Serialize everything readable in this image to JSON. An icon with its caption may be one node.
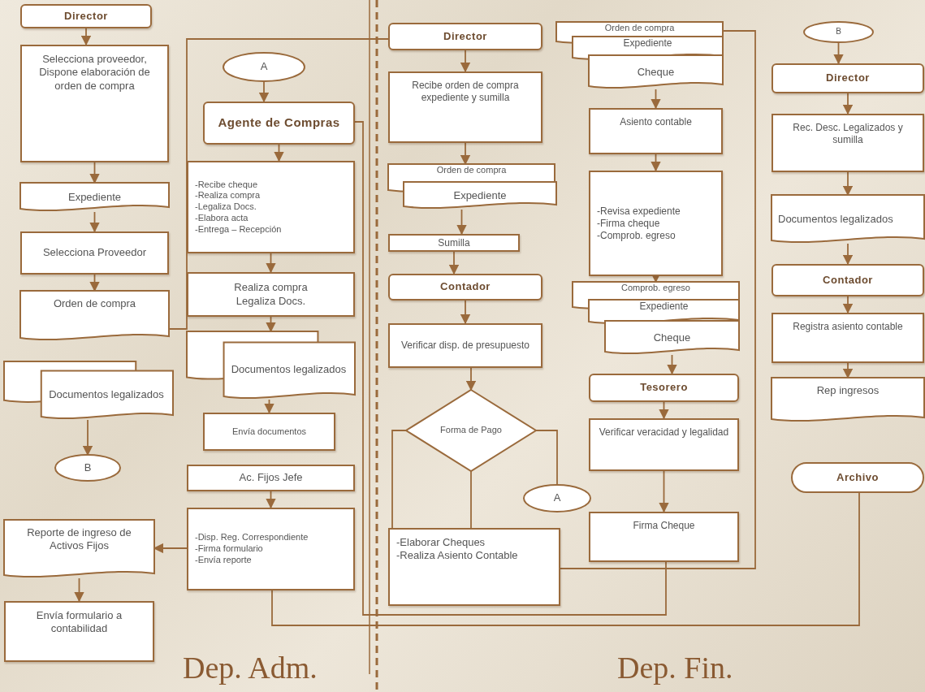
{
  "diagram": {
    "nodes": [
      {
        "text": [
          "Director"
        ]
      },
      {
        "text": [
          "Selecciona proveedor, Dispone elaboración de orden de compra"
        ]
      },
      {
        "text": [
          "Expediente"
        ]
      },
      {
        "text": [
          "Selecciona Proveedor"
        ]
      },
      {
        "text": [
          "Orden de compra"
        ]
      },
      {
        "text": [
          "Documentos legalizados"
        ]
      },
      {
        "text": [
          "B"
        ]
      },
      {
        "text": [
          "Reporte de ingreso de Activos Fijos"
        ]
      },
      {
        "text": [
          "Envía formulario a contabilidad"
        ]
      },
      {
        "text": [
          "A"
        ]
      },
      {
        "text": [
          "Agente de Compras"
        ]
      },
      {
        "text": [
          "-Recibe cheque",
          "-Realiza compra",
          "-Legaliza Docs.",
          "-Elabora acta",
          "-Entrega – Recepción"
        ]
      },
      {
        "text": [
          "Realiza compra",
          "Legaliza Docs."
        ]
      },
      {
        "text": [
          "Documentos legalizados"
        ]
      },
      {
        "text": [
          "Envía documentos"
        ]
      },
      {
        "text": [
          "Ac. Fijos Jefe"
        ]
      },
      {
        "text": [
          "-Disp. Reg. Correspondiente",
          "-Firma formulario",
          "-Envía reporte"
        ]
      },
      {
        "text": [
          "Director"
        ]
      },
      {
        "text": [
          "Recibe orden de compra expediente y sumilla"
        ]
      },
      {
        "text": [
          "Orden de compra"
        ]
      },
      {
        "text": [
          "Expediente"
        ]
      },
      {
        "text": [
          "Sumilla"
        ]
      },
      {
        "text": [
          "Contador"
        ]
      },
      {
        "text": [
          "Verificar disp. de presupuesto"
        ]
      },
      {
        "text": [
          "Forma de Pago"
        ]
      },
      {
        "text": [
          "A"
        ]
      },
      {
        "text": [
          "-Elaborar Cheques",
          "-Realiza Asiento Contable"
        ]
      },
      {
        "text": [
          "Orden de compra"
        ]
      },
      {
        "text": [
          "Expediente"
        ]
      },
      {
        "text": [
          "Cheque"
        ]
      },
      {
        "text": [
          "Asiento contable"
        ]
      },
      {
        "text": [
          "-Revisa expediente",
          "-Firma cheque",
          "-Comprob. egreso"
        ]
      },
      {
        "text": [
          "Comprob. egreso"
        ]
      },
      {
        "text": [
          "Expediente"
        ]
      },
      {
        "text": [
          "Cheque"
        ]
      },
      {
        "text": [
          "Tesorero"
        ]
      },
      {
        "text": [
          "Verificar veracidad y legalidad"
        ]
      },
      {
        "text": [
          "Firma Cheque"
        ]
      },
      {
        "text": [
          "B"
        ]
      },
      {
        "text": [
          "Director"
        ]
      },
      {
        "text": [
          "Rec. Desc. Legalizados y sumilla"
        ]
      },
      {
        "text": [
          "Documentos legalizados"
        ]
      },
      {
        "text": [
          "Contador"
        ]
      },
      {
        "text": [
          "Registra asiento contable"
        ]
      },
      {
        "text": [
          "Rep ingresos"
        ]
      },
      {
        "text": [
          "Archivo"
        ]
      }
    ],
    "edges": [
      {
        "from": 0,
        "to": 1,
        "arrow": "to"
      },
      {
        "from": 1,
        "to": 2,
        "arrow": "to"
      },
      {
        "from": 2,
        "to": 3,
        "arrow": "to"
      },
      {
        "from": 3,
        "to": 4,
        "arrow": "to"
      },
      {
        "from": 4,
        "to": 17,
        "arrow": "none"
      },
      {
        "from": 5,
        "to": 6,
        "arrow": "to"
      },
      {
        "from": 7,
        "to": 8,
        "arrow": "to"
      },
      {
        "from": 16,
        "to": 7,
        "arrow": "to"
      },
      {
        "from": 9,
        "to": 10,
        "arrow": "to"
      },
      {
        "from": 10,
        "to": 11,
        "arrow": "to"
      },
      {
        "from": 11,
        "to": 12,
        "arrow": "to"
      },
      {
        "from": 12,
        "to": 13,
        "arrow": "to"
      },
      {
        "from": 13,
        "to": 14,
        "arrow": "to"
      },
      {
        "from": 15,
        "to": 16,
        "arrow": "to"
      },
      {
        "from": 17,
        "to": 18,
        "arrow": "to"
      },
      {
        "from": 18,
        "to": 19,
        "arrow": "to"
      },
      {
        "from": 20,
        "to": 21,
        "arrow": "to"
      },
      {
        "from": 21,
        "to": 22,
        "arrow": "to"
      },
      {
        "from": 22,
        "to": 23,
        "arrow": "to"
      },
      {
        "from": 23,
        "to": 24,
        "arrow": "to"
      },
      {
        "from": 24,
        "to": 26,
        "arrow": "none"
      },
      {
        "from": 24,
        "to": 26,
        "arrow": "none"
      },
      {
        "from": 24,
        "to": 25,
        "arrow": "none"
      },
      {
        "from": 29,
        "to": 30,
        "arrow": "to"
      },
      {
        "from": 30,
        "to": 31,
        "arrow": "to"
      },
      {
        "from": 31,
        "to": 32,
        "arrow": "to"
      },
      {
        "from": 34,
        "to": 35,
        "arrow": "to"
      },
      {
        "from": 35,
        "to": 36,
        "arrow": "to"
      },
      {
        "from": 36,
        "to": 37,
        "arrow": "to"
      },
      {
        "from": 27,
        "to": 26,
        "arrow": "none"
      },
      {
        "from": 37,
        "to": 10,
        "arrow": "none"
      },
      {
        "from": 16,
        "to": 45,
        "arrow": "none"
      },
      {
        "from": 38,
        "to": 39,
        "arrow": "to"
      },
      {
        "from": 39,
        "to": 40,
        "arrow": "to"
      },
      {
        "from": 40,
        "to": 41,
        "arrow": "to"
      },
      {
        "from": 41,
        "to": 42,
        "arrow": "to"
      },
      {
        "from": 42,
        "to": 43,
        "arrow": "to"
      },
      {
        "from": 43,
        "to": 44,
        "arrow": "to"
      }
    ],
    "labels": [
      "Dep. Adm.",
      "Dep. Fin."
    ]
  }
}
